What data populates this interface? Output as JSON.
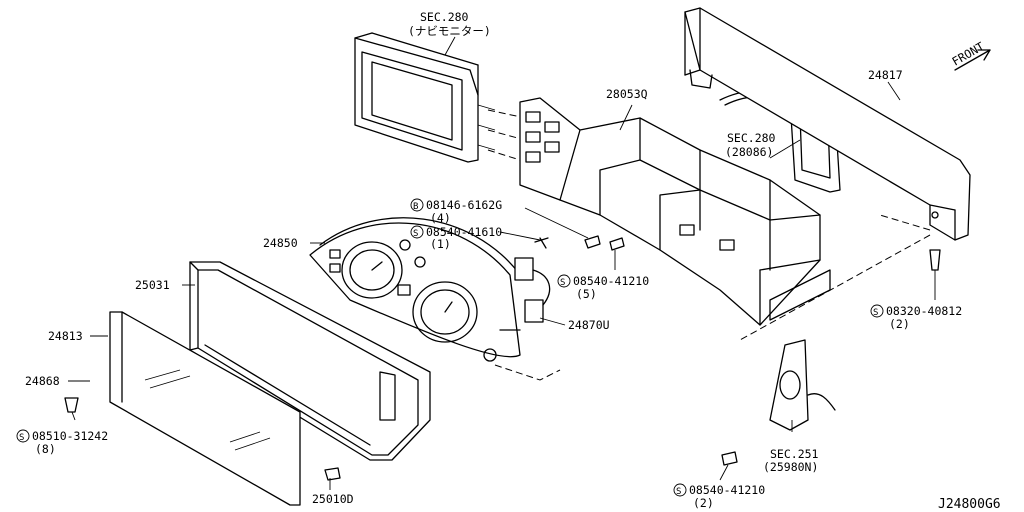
{
  "diagram": {
    "drawing_number": "J24800G6",
    "direction_label": "FRONT",
    "callouts": [
      {
        "id": "sec280_nav",
        "line1": "SEC.280",
        "line2": "(ナビモニター)"
      },
      {
        "id": "p28053q",
        "line1": "28053Q"
      },
      {
        "id": "sec280_28086",
        "line1": "SEC.280",
        "line2": "(28086)"
      },
      {
        "id": "p24817",
        "line1": "24817"
      },
      {
        "id": "b08146",
        "prefix": "B",
        "line1": "08146-6162G",
        "line2": "(4)"
      },
      {
        "id": "s08540_41610",
        "prefix": "S",
        "line1": "08540-41610",
        "line2": "(1)"
      },
      {
        "id": "p24850",
        "line1": "24850"
      },
      {
        "id": "s08540_41210_5",
        "prefix": "S",
        "line1": "08540-41210",
        "line2": "(5)"
      },
      {
        "id": "p25031",
        "line1": "25031"
      },
      {
        "id": "p24870u",
        "line1": "24870U"
      },
      {
        "id": "s08320",
        "prefix": "S",
        "line1": "08320-40812",
        "line2": "(2)"
      },
      {
        "id": "p24813",
        "line1": "24813"
      },
      {
        "id": "p24868",
        "line1": "24868"
      },
      {
        "id": "s08510",
        "prefix": "S",
        "line1": "08510-31242",
        "line2": "(8)"
      },
      {
        "id": "sec251",
        "line1": "SEC.251",
        "line2": "(25980N)"
      },
      {
        "id": "p25010d",
        "line1": "25010D"
      },
      {
        "id": "s08540_41210_2",
        "prefix": "S",
        "line1": "08540-41210",
        "line2": "(2)"
      }
    ]
  }
}
